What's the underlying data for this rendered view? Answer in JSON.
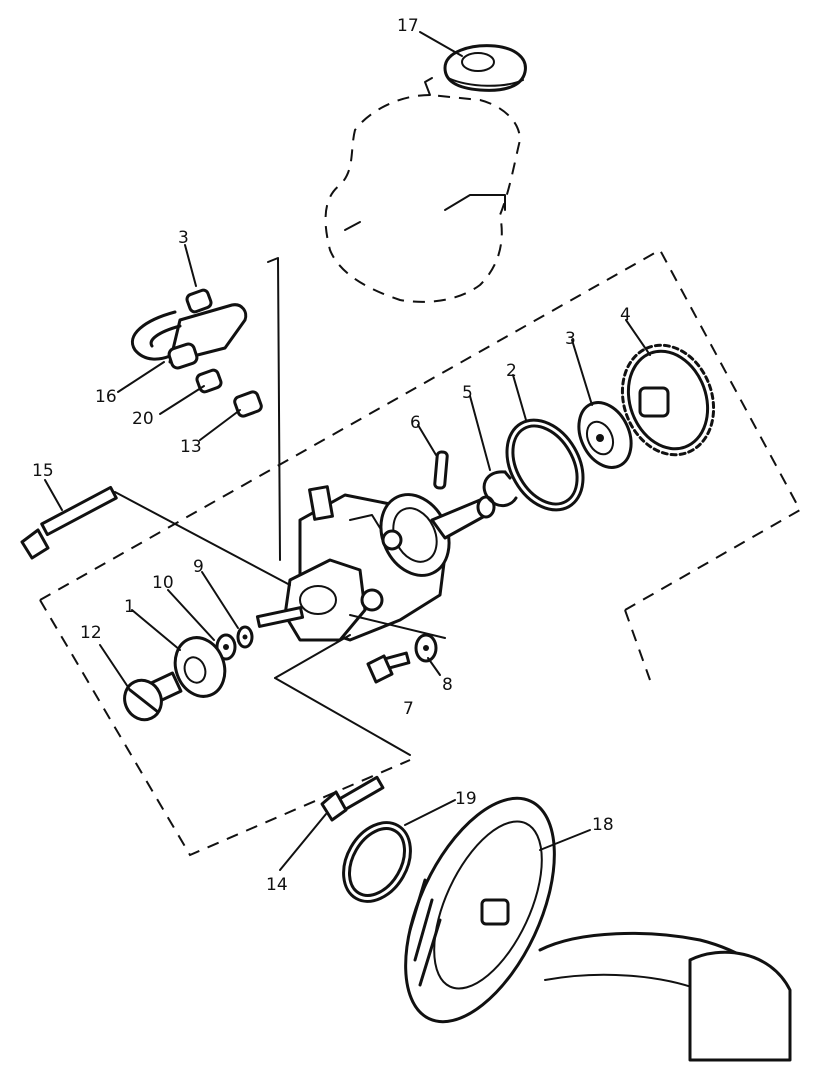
{
  "diagram": {
    "callouts": [
      {
        "id": "c1",
        "text": "17"
      },
      {
        "id": "c2",
        "text": "3"
      },
      {
        "id": "c3",
        "text": "16"
      },
      {
        "id": "c4",
        "text": "20"
      },
      {
        "id": "c5",
        "text": "13"
      },
      {
        "id": "c6",
        "text": "15"
      },
      {
        "id": "c7",
        "text": "6"
      },
      {
        "id": "c8",
        "text": "5"
      },
      {
        "id": "c9",
        "text": "2"
      },
      {
        "id": "c10",
        "text": "3"
      },
      {
        "id": "c11",
        "text": "4"
      },
      {
        "id": "c12",
        "text": "9"
      },
      {
        "id": "c13",
        "text": "10"
      },
      {
        "id": "c14",
        "text": "1"
      },
      {
        "id": "c15",
        "text": "12"
      },
      {
        "id": "c16",
        "text": "8"
      },
      {
        "id": "c17",
        "text": "7"
      },
      {
        "id": "c18",
        "text": "19"
      },
      {
        "id": "c19",
        "text": "18"
      },
      {
        "id": "c20",
        "text": "14"
      }
    ]
  }
}
